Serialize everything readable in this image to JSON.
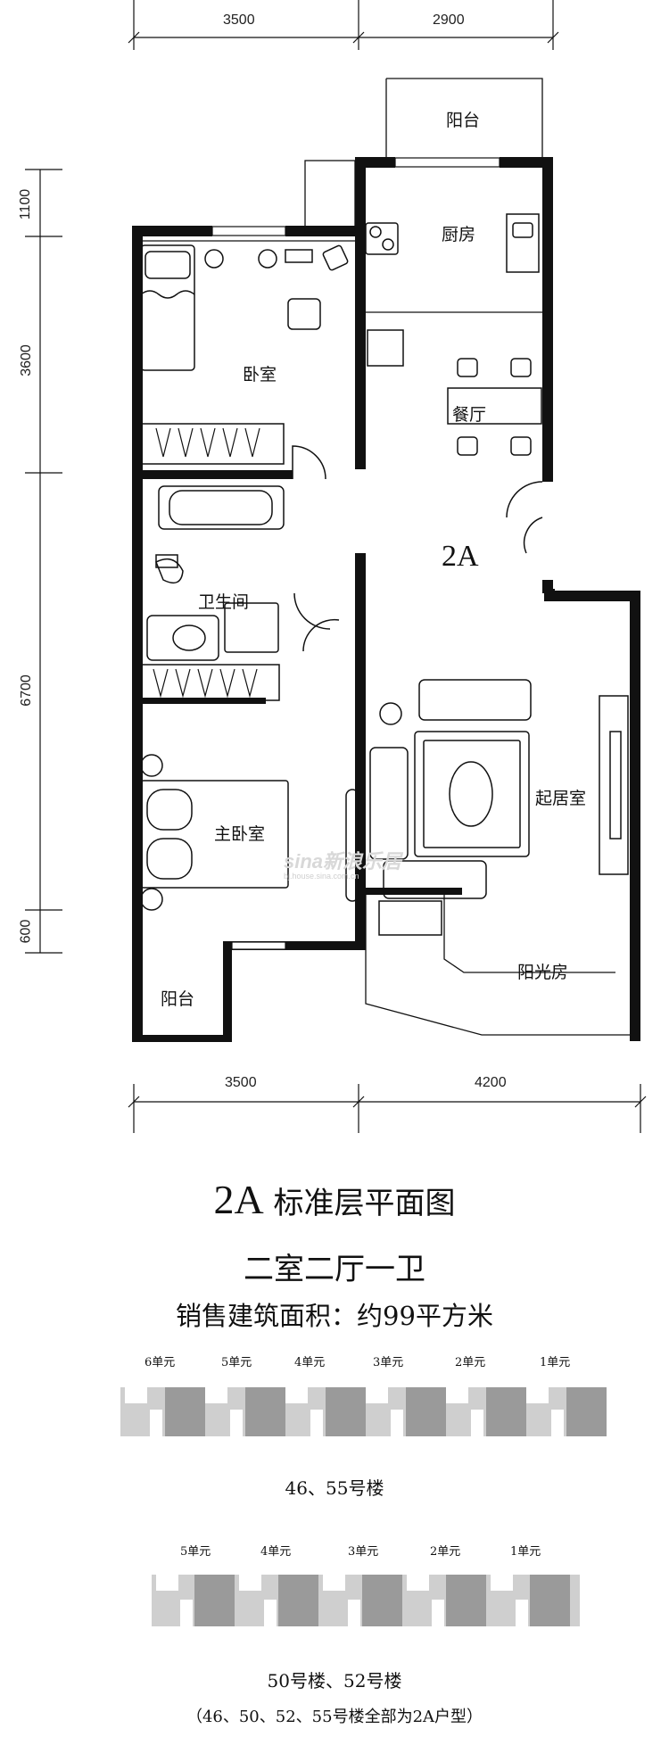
{
  "plan": {
    "type_label": "2A",
    "dimensions": {
      "top": [
        "3500",
        "2900"
      ],
      "bottom": [
        "3500",
        "4200"
      ],
      "left": [
        "1100",
        "3600",
        "6700",
        "600"
      ]
    },
    "rooms": {
      "balcony_north": "阳台",
      "kitchen": "厨房",
      "bedroom": "卧室",
      "dining": "餐厅",
      "bathroom": "卫生间",
      "living": "起居室",
      "master_bedroom": "主卧室",
      "sunroom": "阳光房",
      "balcony_south": "阳台"
    },
    "watermark": {
      "brand": "sina新浪乐居",
      "url": "bj.house.sina.com.cn"
    }
  },
  "info": {
    "title_code": "2A",
    "title": "标准层平面图",
    "layout": "二室二厅一卫",
    "area": "销售建筑面积：约99平方米"
  },
  "building_a": {
    "units": [
      "6单元",
      "5单元",
      "4单元",
      "3单元",
      "2单元",
      "1单元"
    ],
    "label": "46、55号楼"
  },
  "building_b": {
    "units": [
      "5单元",
      "4单元",
      "3单元",
      "2单元",
      "1单元"
    ],
    "label": "50号楼、52号楼"
  },
  "note": "（46、50、52、55号楼全部为2A户型）"
}
